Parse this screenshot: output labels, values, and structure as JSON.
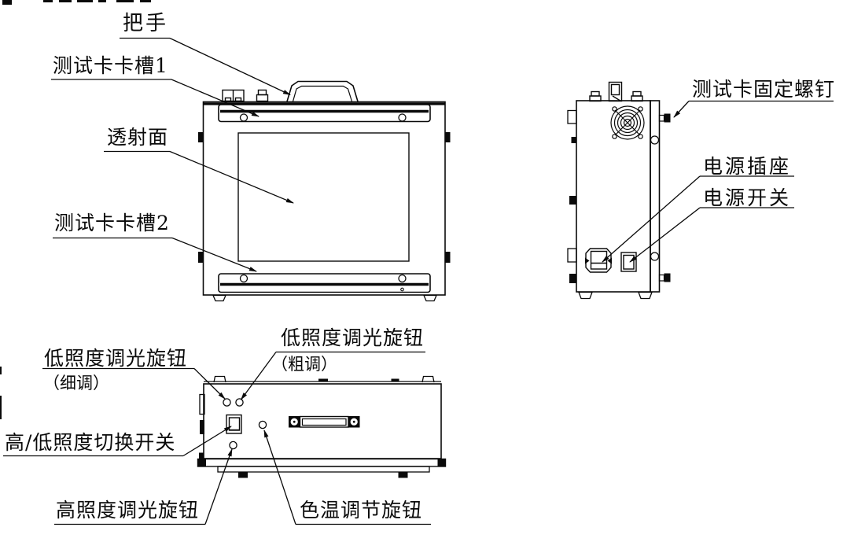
{
  "diagram": {
    "type": "technical-drawing",
    "colors": {
      "line": "#000000",
      "background": "#ffffff"
    },
    "front_view": {
      "labels": {
        "handle": "把手",
        "card_slot_1": "测试卡卡槽1",
        "transmission_surface": "透射面",
        "card_slot_2": "测试卡卡槽2"
      }
    },
    "side_view": {
      "labels": {
        "card_fixing_screw": "测试卡固定螺钉",
        "power_socket": "电源插座",
        "power_switch": "电源开关"
      }
    },
    "bottom_view": {
      "labels": {
        "low_dim_fine_line1": "低照度调光旋钮",
        "low_dim_fine_line2": "（细调）",
        "low_dim_coarse_line1": "低照度调光旋钮",
        "low_dim_coarse_line2": "（粗调）",
        "high_low_switch": "高/低照度切换开关",
        "high_dim_knob": "高照度调光旋钮",
        "color_temp_knob": "色温调节旋钮"
      }
    }
  }
}
